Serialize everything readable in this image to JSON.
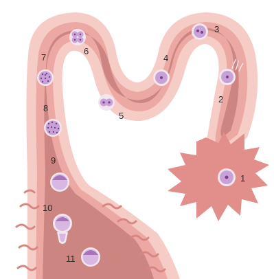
{
  "stages": [
    {
      "label": "1",
      "kind": "oocyte-ovulated"
    },
    {
      "label": "2",
      "kind": "fertilization"
    },
    {
      "label": "3",
      "kind": "zygote"
    },
    {
      "label": "4",
      "kind": "pronuclei"
    },
    {
      "label": "5",
      "kind": "two-cell"
    },
    {
      "label": "6",
      "kind": "four-cell"
    },
    {
      "label": "7",
      "kind": "eight-cell"
    },
    {
      "label": "8",
      "kind": "morula"
    },
    {
      "label": "9",
      "kind": "early-blastocyst"
    },
    {
      "label": "10",
      "kind": "hatching-blastocyst"
    },
    {
      "label": "11",
      "kind": "implanting-blastocyst"
    }
  ],
  "colors": {
    "tube_outer": "#f4c3be",
    "tube_wall": "#e9a7a1",
    "tube_lumen": "#c97a76",
    "ovary": "#e28f8c",
    "cell_fill": "#c8a2d6",
    "cell_ring": "#f3e6ee",
    "nucleus": "#7a3f88",
    "villi": "#d9857f"
  }
}
